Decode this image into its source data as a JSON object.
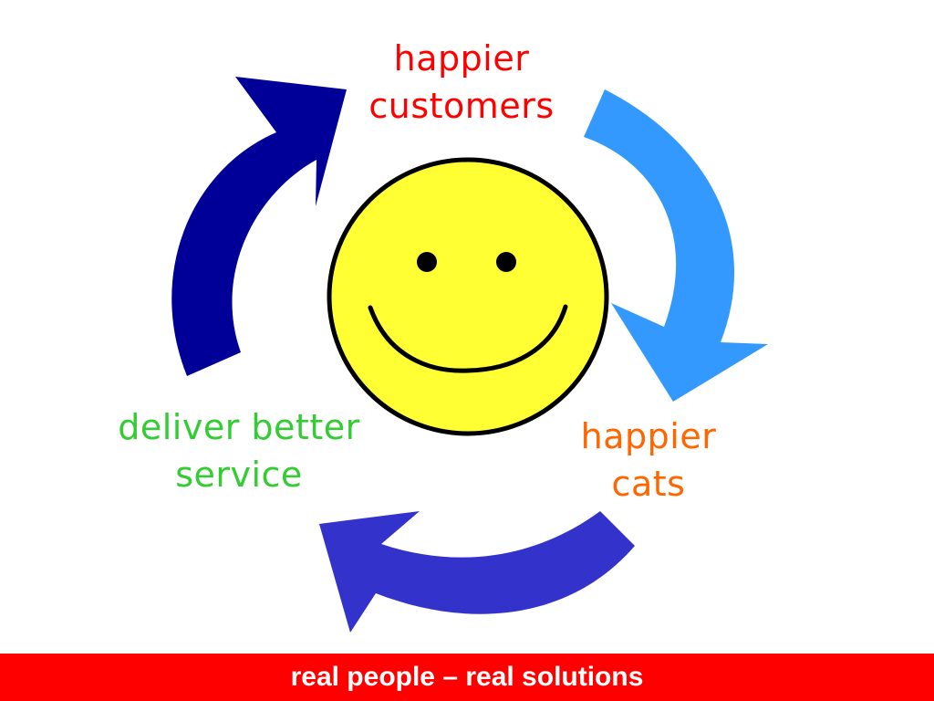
{
  "diagram": {
    "labels": {
      "customers": {
        "line1": "happier",
        "line2": "customers",
        "color": "#ff0000"
      },
      "cats": {
        "line1": "happier",
        "line2": "cats",
        "color": "#ff6600"
      },
      "service": {
        "line1": "deliver better",
        "line2": "service",
        "color": "#33cc33"
      }
    },
    "arrows": {
      "left": {
        "icon": "cycle-arrow-up-right-icon",
        "color": "#000099"
      },
      "right": {
        "icon": "cycle-arrow-down-icon",
        "color": "#3399ff"
      },
      "bottom": {
        "icon": "cycle-arrow-left-icon",
        "color": "#3333cc"
      }
    },
    "center": {
      "icon": "smiley-face-icon",
      "face_color": "#ffff33",
      "outline_color": "#000000"
    }
  },
  "footer": {
    "text": "real people – real solutions",
    "background": "#ff0000",
    "text_color": "#ffffff"
  }
}
